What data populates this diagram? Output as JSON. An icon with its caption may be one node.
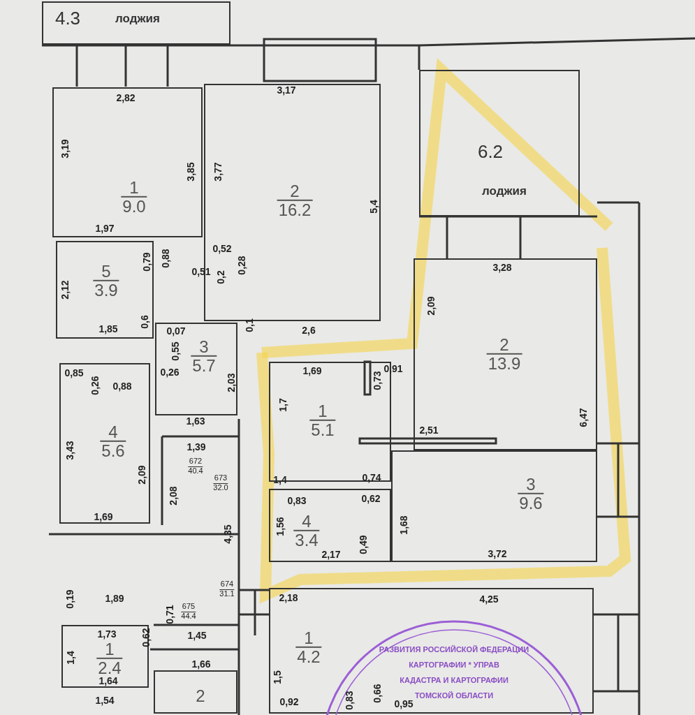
{
  "diagram": {
    "nodes": [
      {
        "text": [
          "4.3",
          "лоджия"
        ]
      },
      {
        "text": [
          "1",
          "9.0"
        ]
      },
      {
        "text": [
          "2",
          "16.2"
        ]
      },
      {
        "text": [
          "6.2",
          "лоджия"
        ]
      },
      {
        "text": [
          "5",
          "3.9"
        ]
      },
      {
        "text": [
          "3",
          "5.7"
        ]
      },
      {
        "text": [
          "4",
          "5.6"
        ]
      },
      {
        "text": [
          "1",
          "5.1"
        ]
      },
      {
        "text": [
          "2",
          "13.9"
        ]
      },
      {
        "text": [
          "3",
          "9.6"
        ]
      },
      {
        "text": [
          "4",
          "3.4"
        ]
      },
      {
        "text": [
          "1",
          "2.4"
        ]
      },
      {
        "text": [
          "2"
        ]
      },
      {
        "text": [
          "1",
          "4.2"
        ]
      }
    ],
    "labels": [
      "2,82",
      "3,17",
      "3,19",
      "3,85",
      "3,77",
      "5,4",
      "1,97",
      "0,79",
      "0,88",
      "0,52",
      "0,51",
      "0,2",
      "0,28",
      "2,12",
      "1,85",
      "0,6",
      "0,07",
      "0,55",
      "0,1",
      "2,6",
      "0,85",
      "0,26",
      "0,88",
      "0,26",
      "2,03",
      "1,63",
      "1,39",
      "3,43",
      "2,09",
      "2,08",
      "1,69",
      "3,28",
      "2,09",
      "1,69",
      "0,73",
      "0,91",
      "1,7",
      "6,47",
      "2,51",
      "1,4",
      "0,74",
      "0,83",
      "0,62",
      "1,56",
      "1,68",
      "4,35",
      "2,17",
      "0,49",
      "3,72",
      "0,19",
      "1,89",
      "2,18",
      "4,25",
      "0,71",
      "1,73",
      "0,62",
      "1,45",
      "1,4",
      "1,66",
      "1,64",
      "1,5",
      "1,54",
      "0,92",
      "0,83",
      "0,66",
      "0,95",
      "672",
      "40.4",
      "673",
      "32.0",
      "674",
      "31.1",
      "675",
      "44.4",
      "РАЗВИТИЯ РОССИЙСКОЙ ФЕДЕРАЦИИ",
      "КАРТОГРАФИИ * УПРАВ",
      "КАДАСТРА И КАРТОГРАФИИ",
      "ТОМСКОЙ ОБЛАСТИ"
    ]
  }
}
